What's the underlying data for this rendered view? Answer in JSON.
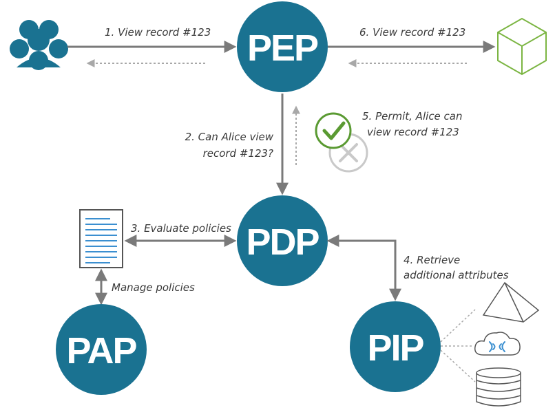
{
  "colors": {
    "node_fill": "#1a7291",
    "arrow": "#7a7a7a",
    "arrow_return": "#a8a8a8",
    "label_text": "#3a3a3a",
    "permit_green": "#5a9a32",
    "deny_gray": "#c9c9c9",
    "resource_green": "#7bb542",
    "document_blue": "#3b8fd0",
    "icon_blue": "#1a7291",
    "db_gray": "#6e6e6e"
  },
  "nodes": {
    "pep": "PEP",
    "pdp": "PDP",
    "pap": "PAP",
    "pip": "PIP"
  },
  "edges": {
    "step1": "1. View record #123",
    "step2_line1": "2. Can Alice view",
    "step2_line2": "record #123?",
    "step3": "3. Evaluate policies",
    "step4_line1": "4. Retrieve",
    "step4_line2": "additional attributes",
    "step5_line1": "5. Permit, Alice can",
    "step5_line2": "view record #123",
    "step6": "6. View record #123",
    "manage": "Manage policies"
  },
  "icons": {
    "users": "users-group-icon",
    "resource": "cube-icon",
    "document": "policy-document-icon",
    "permit": "check-circle-icon",
    "deny": "x-circle-icon",
    "ldap": "pyramid-icon",
    "cloud": "cloud-signal-icon",
    "database": "database-icon"
  }
}
